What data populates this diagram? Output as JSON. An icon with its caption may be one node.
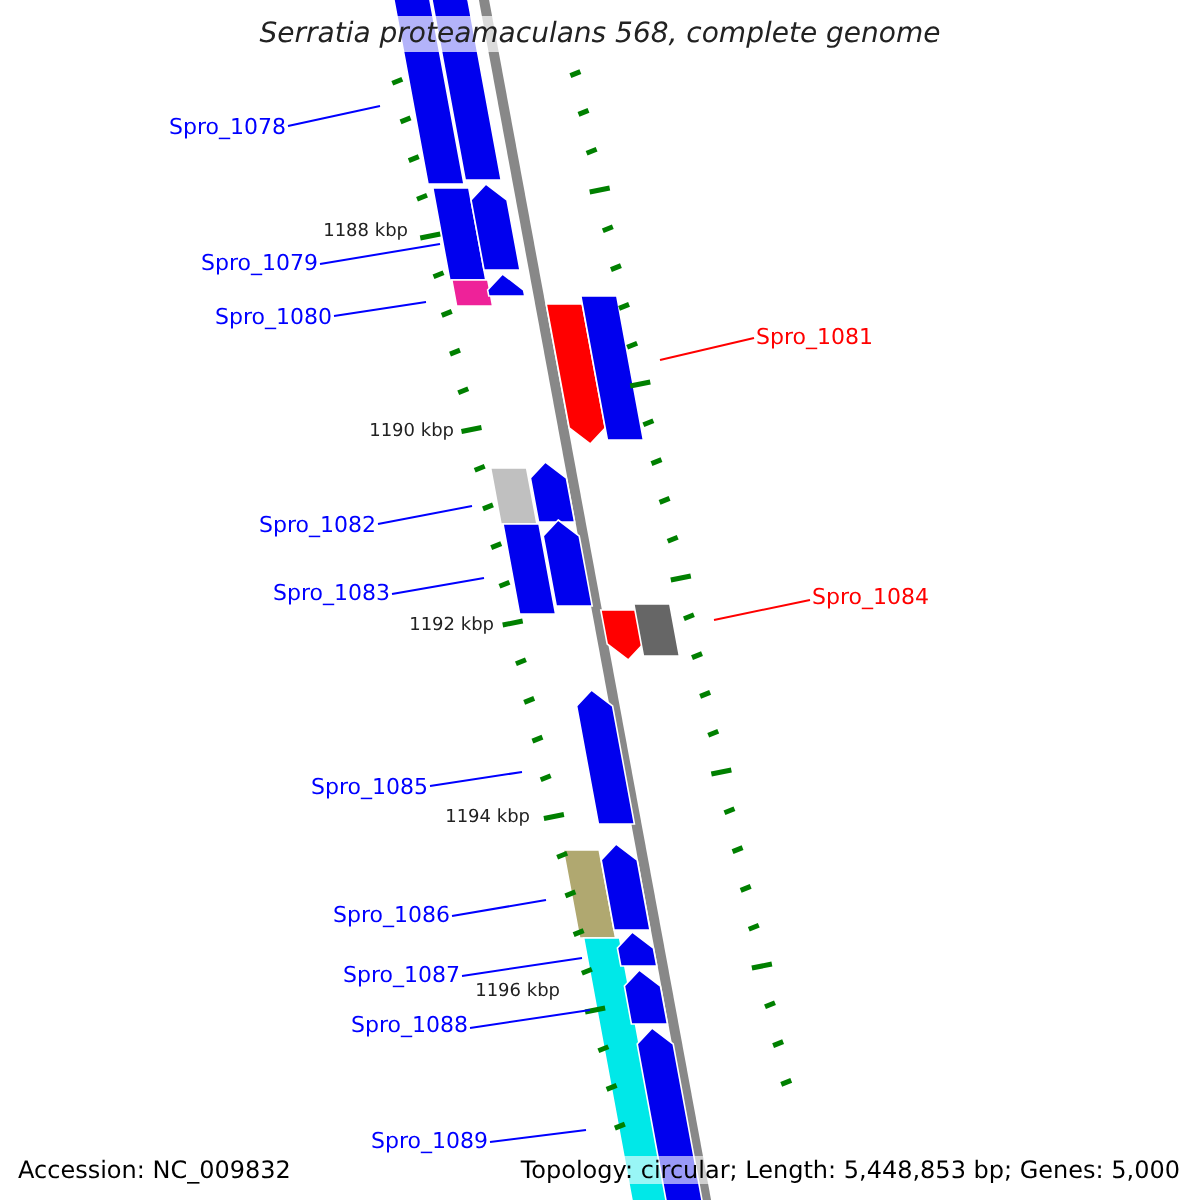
{
  "diagram": {
    "title": "Serratia proteamaculans 568, complete genome",
    "nodes": [
      {
        "text": [
          "Spro_1078"
        ]
      },
      {
        "text": [
          "Spro_1079"
        ]
      },
      {
        "text": [
          "Spro_1080"
        ]
      },
      {
        "text": [
          "Spro_1081"
        ]
      },
      {
        "text": [
          "Spro_1082"
        ]
      },
      {
        "text": [
          "Spro_1083"
        ]
      },
      {
        "text": [
          "Spro_1084"
        ]
      },
      {
        "text": [
          "Spro_1085"
        ]
      },
      {
        "text": [
          "Spro_1086"
        ]
      },
      {
        "text": [
          "Spro_1087"
        ]
      },
      {
        "text": [
          "Spro_1088"
        ]
      },
      {
        "text": [
          "Spro_1089"
        ]
      }
    ],
    "edges": [
      {
        "from": 0,
        "to": null,
        "arrow": "none"
      },
      {
        "from": 1,
        "to": null,
        "arrow": "none"
      },
      {
        "from": 2,
        "to": null,
        "arrow": "none"
      },
      {
        "from": 3,
        "to": null,
        "arrow": "none",
        "color": "#ff0000"
      },
      {
        "from": 4,
        "to": null,
        "arrow": "none"
      },
      {
        "from": 5,
        "to": null,
        "arrow": "none"
      },
      {
        "from": 6,
        "to": null,
        "arrow": "none",
        "color": "#ff0000"
      },
      {
        "from": 7,
        "to": null,
        "arrow": "none"
      },
      {
        "from": 8,
        "to": null,
        "arrow": "none"
      },
      {
        "from": 9,
        "to": null,
        "arrow": "none"
      },
      {
        "from": 10,
        "to": null,
        "arrow": "none"
      },
      {
        "from": 11,
        "to": null,
        "arrow": "none"
      }
    ],
    "labels": [
      "1188 kbp",
      "1190 kbp",
      "1192 kbp",
      "1194 kbp",
      "1196 kbp",
      "Accession: NC_009832",
      "Topology: circular; Length: 5,448,853 bp; Genes: 5,000"
    ]
  }
}
